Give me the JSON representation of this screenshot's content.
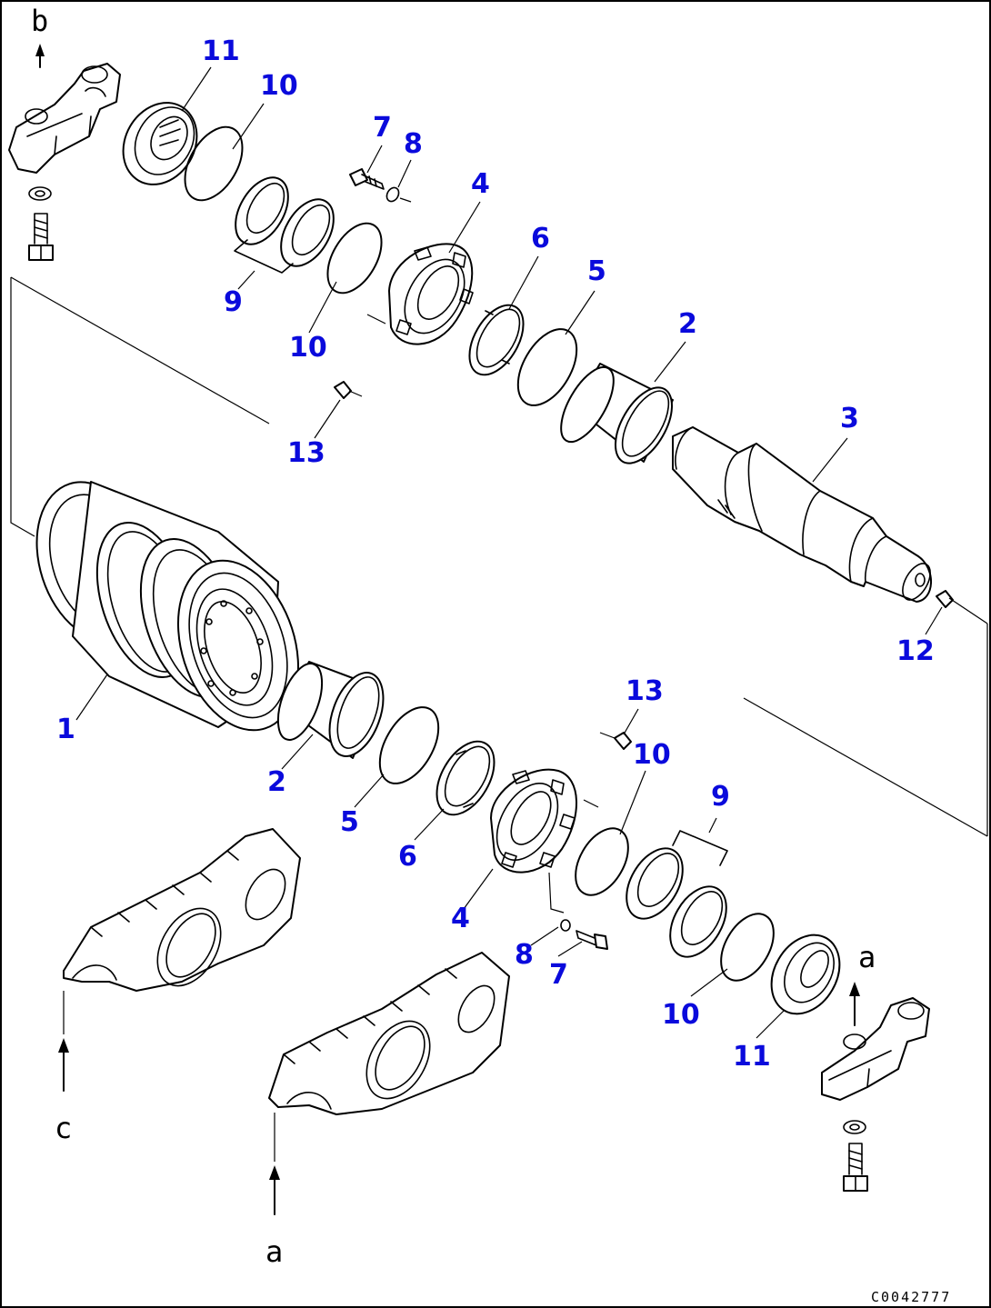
{
  "callouts": {
    "c11a": "11",
    "c10a": "10",
    "c7a": "7",
    "c8a": "8",
    "c4a": "4",
    "c6a": "6",
    "c5a": "5",
    "c2a": "2",
    "c3": "3",
    "c9a": "9",
    "c10b": "10",
    "c13a": "13",
    "c12": "12",
    "c1": "1",
    "c13b": "13",
    "c10c": "10",
    "c9b": "9",
    "c2b": "2",
    "c5b": "5",
    "c6b": "6",
    "c4b": "4",
    "c8b": "8",
    "c7b": "7",
    "c10d": "10",
    "c11b": "11"
  },
  "letters": {
    "b_top": "b",
    "a_right": "a",
    "c_left": "c",
    "a_bottom": "a"
  },
  "drawing_code": "C0042777",
  "colors": {
    "callout": "#0a0adc",
    "line": "#000000"
  }
}
